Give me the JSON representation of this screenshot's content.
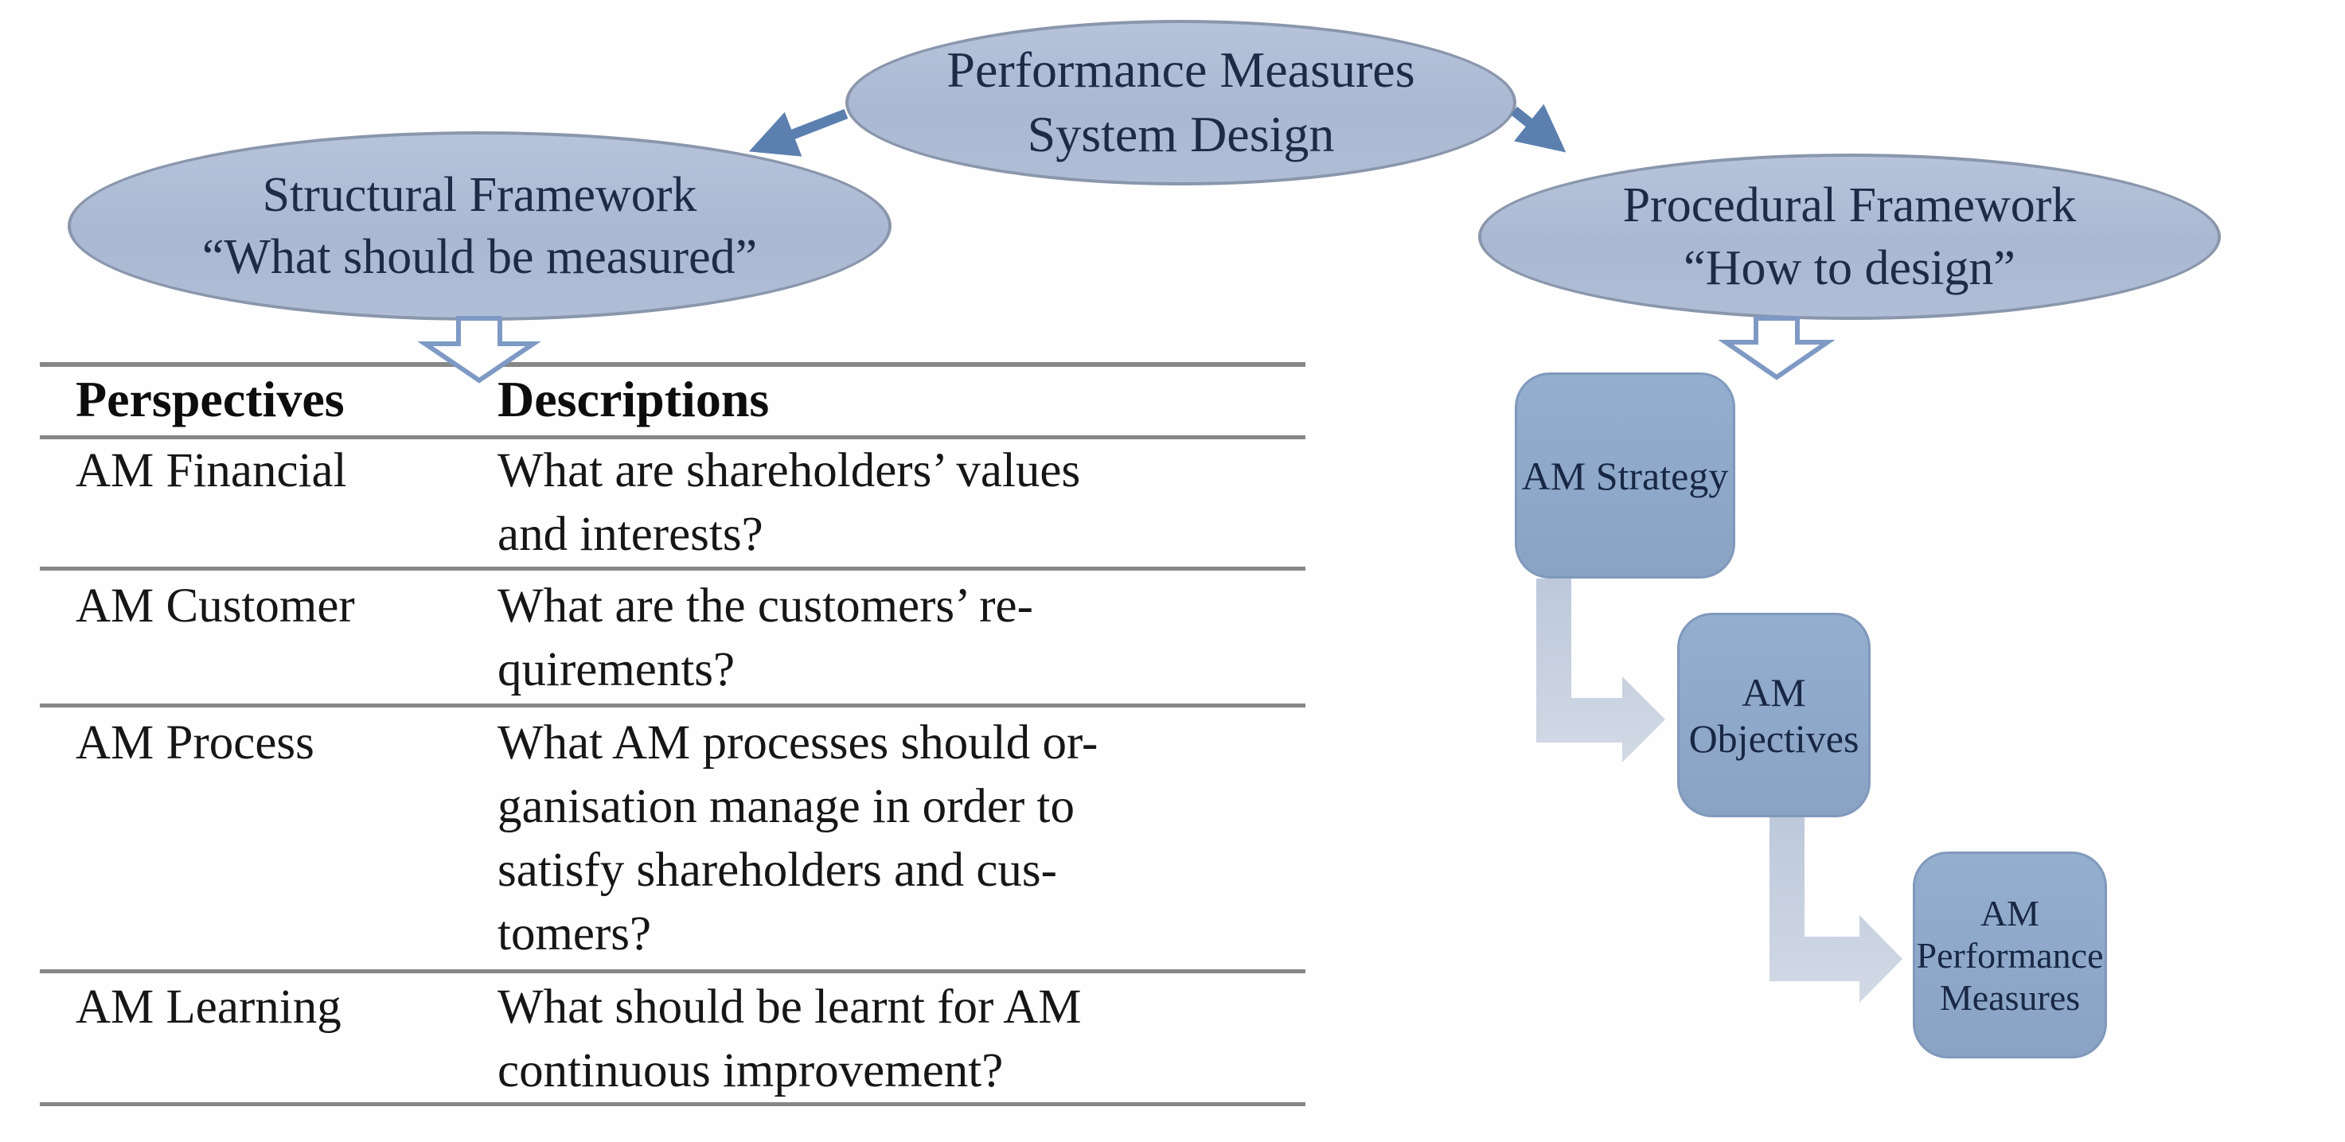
{
  "diagram": {
    "root": {
      "label": "Performance Measures\nSystem Design"
    },
    "structural": {
      "label": "Structural Framework\n“What should be measured”"
    },
    "procedural": {
      "label": "Procedural Framework\n“How to design”"
    },
    "flow": [
      {
        "label": "AM Strategy"
      },
      {
        "label": "AM\nObjectives"
      },
      {
        "label": "AM\nPerformance\nMeasures"
      }
    ],
    "connectors": [
      "root-to-structural-arrow",
      "root-to-procedural-arrow",
      "structural-to-table-block-arrow",
      "procedural-to-flow-block-arrow",
      "strategy-to-objectives-elbow-arrow",
      "objectives-to-measures-elbow-arrow"
    ]
  },
  "table": {
    "headers": {
      "perspectives": "Perspectives",
      "descriptions": "Descriptions"
    },
    "rows": [
      {
        "perspective": "AM Financial",
        "description": "What are shareholders’ values\nand interests?"
      },
      {
        "perspective": "AM Customer",
        "description": "What are the customers’ re-\nquirements?"
      },
      {
        "perspective": "AM Process",
        "description": "What AM processes should or-\nganisation manage in order to\nsatisfy shareholders and cus-\ntomers?"
      },
      {
        "perspective": "AM Learning",
        "description": "What should be learnt for AM\ncontinuous improvement?"
      }
    ]
  },
  "colors": {
    "ellipse_fill": "#aebcd6",
    "ellipse_border": "#8a96ab",
    "box_fill": "#8fa9ca",
    "solid_arrow": "#5b7fae",
    "block_arrow_outline": "#7e9ac4",
    "elbow_arrow_fill": "#c7d1e0",
    "table_rule": "#878787",
    "text_dark": "#1d2b47"
  }
}
